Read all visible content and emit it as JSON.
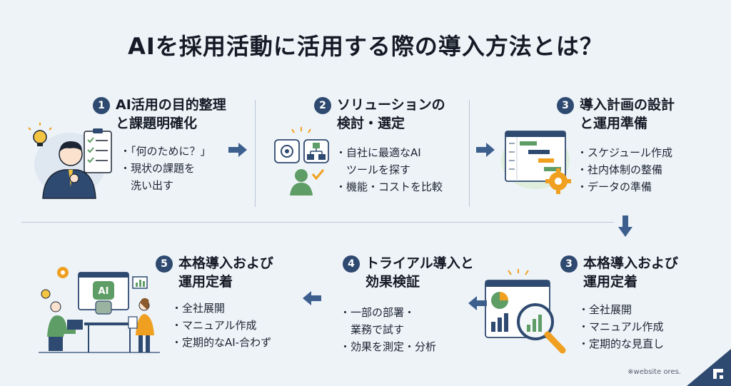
{
  "title": "AIを採用活動に活用する際の導入方法とは？",
  "steps": [
    {
      "num": "1",
      "title_line1": "AI活用の目的整理",
      "title_line2": "と課題明確化",
      "bullets": [
        "・「何のために？」",
        "・現状の課題を",
        "　洗い出す"
      ]
    },
    {
      "num": "2",
      "title_line1": "ソリューションの",
      "title_line2": "検討・選定",
      "bullets": [
        "・自社に最適なAI",
        "　ツールを探す",
        "・機能・コストを比較"
      ]
    },
    {
      "num": "3",
      "title_line1": "導入計画の設計",
      "title_line2": "と運用準備",
      "bullets": [
        "・スケジュール作成",
        "・社内体制の整備",
        "・データの準備"
      ]
    },
    {
      "num": "3",
      "title_line1": "本格導入および",
      "title_line2": "運用定着",
      "bullets": [
        "・全社展開",
        "・マニュアル作成",
        "・定期的な見直し"
      ]
    },
    {
      "num": "4",
      "title_line1": "トライアル導入と",
      "title_line2": "効果検証",
      "bullets": [
        "・一部の部署・",
        "　業務で試す",
        "・効果を測定・分析"
      ]
    },
    {
      "num": "5",
      "title_line1": "本格導入および",
      "title_line2": "運用定着",
      "bullets": [
        "・全社展開",
        "・マニュアル作成",
        "・定期的なAI-合わず"
      ]
    }
  ],
  "illus_ai_label": "AI",
  "note": "※website ores.",
  "colors": {
    "accent": "#2f4a70",
    "arrow": "#3d5f8e",
    "bg": "#eef3f8",
    "green": "#5e9e66"
  }
}
